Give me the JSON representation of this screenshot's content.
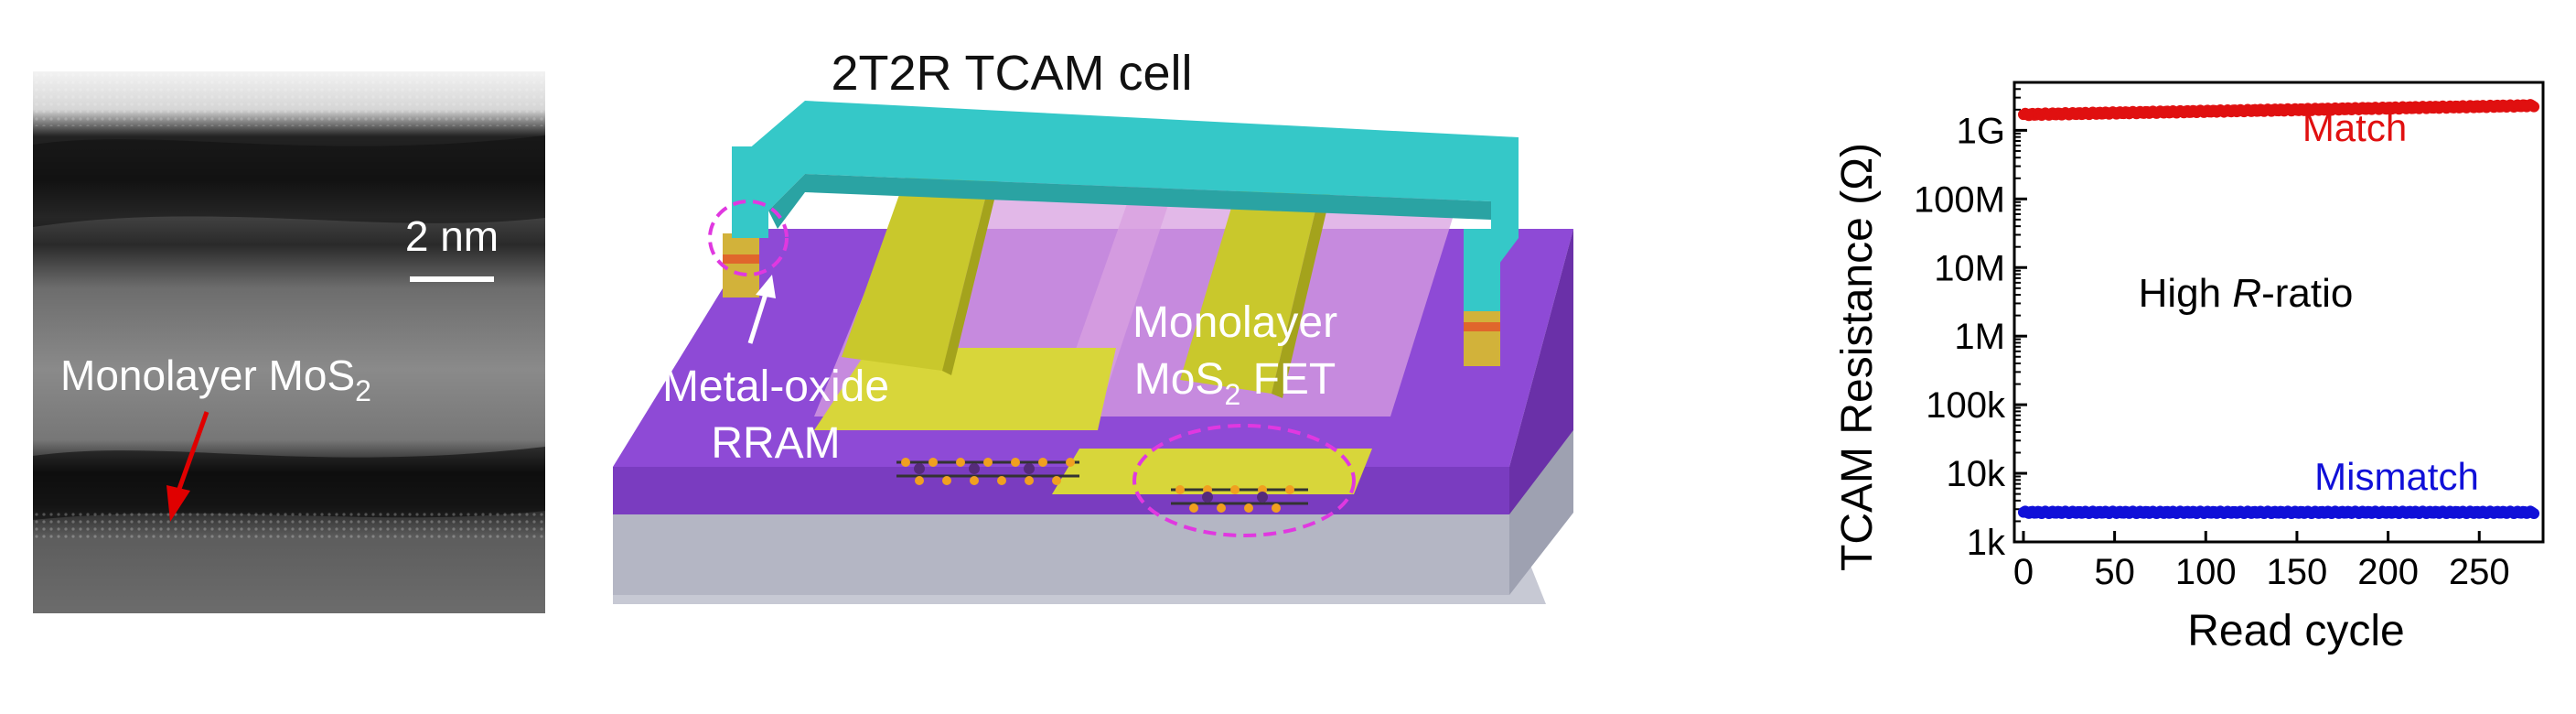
{
  "panel_a": {
    "scale_bar_text": "2 nm",
    "annotation_text": "Monolayer MoS",
    "annotation_subscript": "2"
  },
  "panel_b": {
    "title": "2T2R TCAM cell",
    "rram_label_line1": "Metal-oxide",
    "rram_label_line2": "RRAM",
    "fet_label_line1": "Monolayer",
    "fet_label_line2_main": "MoS",
    "fet_label_line2_sub": "2",
    "fet_label_line2_tail": " FET",
    "colors": {
      "substrate": "#8e4ad6",
      "substrate_side": "#7a3cc0",
      "base": "#c7c9d4",
      "electrode": "#c9c82c",
      "top_interconnect": "#35c8c8",
      "dielectric": "#c98ed8",
      "highlight_circle": "#e038e0"
    }
  },
  "chart_data": {
    "type": "scatter",
    "xlabel": "Read cycle",
    "ylabel": "TCAM Resistance (Ω)",
    "xlim": [
      -5,
      285
    ],
    "ylim": [
      1000,
      5000000000
    ],
    "yscale": "log",
    "xticks": [
      0,
      50,
      100,
      150,
      200,
      250
    ],
    "yticks": [
      {
        "value": 1000,
        "label": "1k"
      },
      {
        "value": 10000,
        "label": "10k"
      },
      {
        "value": 100000,
        "label": "100k"
      },
      {
        "value": 1000000,
        "label": "1M"
      },
      {
        "value": 10000000,
        "label": "10M"
      },
      {
        "value": 100000000,
        "label": "100M"
      },
      {
        "value": 1000000000,
        "label": "1G"
      }
    ],
    "annotation_main": "High ",
    "annotation_italic": "R",
    "annotation_tail": "-ratio",
    "series": [
      {
        "name": "Match",
        "color": "#e01010",
        "start": 1700000000,
        "end": 2300000000,
        "cycles": 280
      },
      {
        "name": "Mismatch",
        "color": "#1010d8",
        "start": 2700,
        "end": 2700,
        "cycles": 280
      }
    ]
  }
}
